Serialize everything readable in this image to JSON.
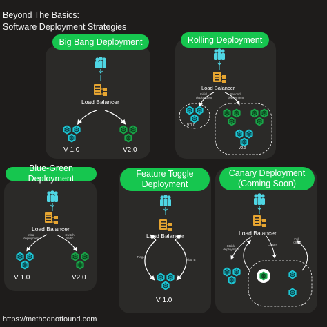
{
  "header": {
    "title_line1": "Beyond The Basics:",
    "title_line2": "Software Deployment Strategies"
  },
  "panels": {
    "big_bang": {
      "title": "Big Bang Deployment",
      "lb_label": "Load Balancer",
      "v1_label": "V 1.0",
      "v2_label": "V2.0"
    },
    "rolling": {
      "title": "Rolling Deployment",
      "lb_label": "Load Balancer",
      "v1_label": "V 1.0",
      "v2_label": "V2.0",
      "note_left": "Initial deployment",
      "note_right": "Second deployment"
    },
    "blue_green": {
      "title": "Blue-Green Deployment",
      "lb_label": "Load Balancer",
      "v1_label": "V 1.0",
      "v2_label": "V2.0",
      "note_left": "Initial deployment",
      "note_right": "Switch traffic"
    },
    "feature_toggle": {
      "title_line1": "Feature Toggle",
      "title_line2": "Deployment",
      "lb_label": "Load Balancer",
      "v1_label": "V 1.0",
      "note_left": "Flag A",
      "note_right": "Flag B"
    },
    "canary": {
      "title_line1": "Canary Deployment",
      "title_line2": "(Coming Soon)",
      "lb_label": "Load Balancer",
      "note_left": "Stable deployment",
      "note_mid": "Canary",
      "note_right": "Full rollout"
    }
  },
  "footer": {
    "url": "https://methodnotfound.com"
  },
  "colors": {
    "background": "#1e1c1b",
    "panel": "#2b2a28",
    "accent_green": "#16c64f",
    "cyan_node": "#1ec8d6",
    "green_node": "#1aa84a",
    "load_balancer": "#e6a531"
  },
  "icons": [
    "users-icon",
    "load-balancer-icon",
    "kubernetes-node-icon",
    "curved-arrow-icon"
  ]
}
